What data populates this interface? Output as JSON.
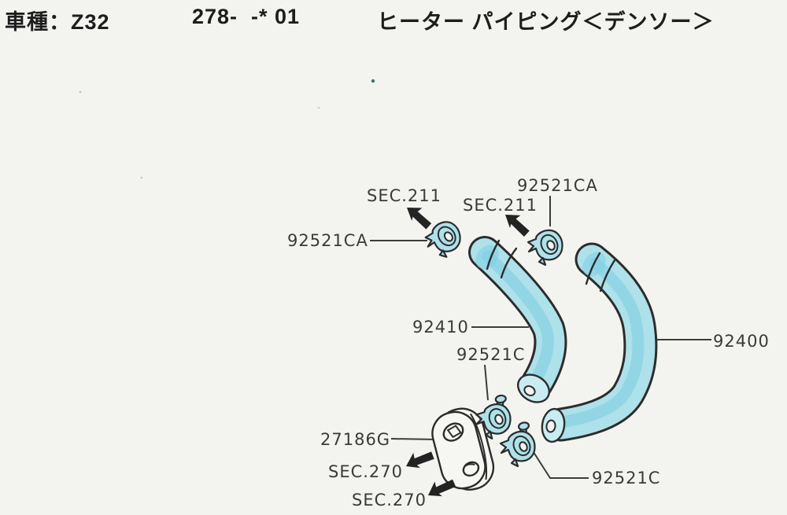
{
  "header": {
    "vehicle_label": "車種：Z32",
    "figure_code": "278-  -* 01",
    "figure_title": "ヒーター パイピング＜デンソー＞"
  },
  "diagram": {
    "labels": {
      "sec_211_a": "SEC.211",
      "sec_211_b": "SEC.211",
      "clamp_ca_left": "92521CA",
      "clamp_ca_top": "92521CA",
      "hose_left": "92410",
      "hose_right": "92400",
      "clamp_c_upper": "92521C",
      "clamp_c_lower": "92521C",
      "grommet": "27186G",
      "sec_270_a": "SEC.270",
      "sec_270_b": "SEC.270"
    },
    "colors": {
      "paper": "#f3f3f0",
      "hose_fill": "#aee1ea",
      "hose_shade": "#7fcfe3",
      "outline": "#2c2c2c",
      "label_text": "#3a3a3a",
      "arrow": "#232323"
    }
  }
}
